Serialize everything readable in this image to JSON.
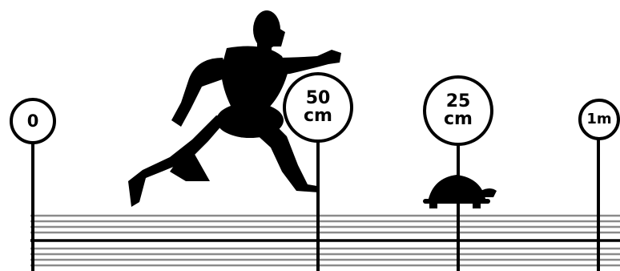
{
  "markers": [
    {
      "id": "m0",
      "value": "0",
      "unit": ""
    },
    {
      "id": "m50",
      "value": "50",
      "unit": "cm"
    },
    {
      "id": "m25",
      "value": "25",
      "unit": "cm"
    },
    {
      "id": "m1",
      "value": "1m",
      "unit": ""
    }
  ],
  "colors": {
    "ink": "#000000",
    "background": "#ffffff",
    "lane": "#8a8a8a"
  },
  "figures": [
    {
      "name": "runner",
      "description_icon": "running-hero-icon"
    },
    {
      "name": "tortoise",
      "description_icon": "tortoise-icon"
    }
  ]
}
